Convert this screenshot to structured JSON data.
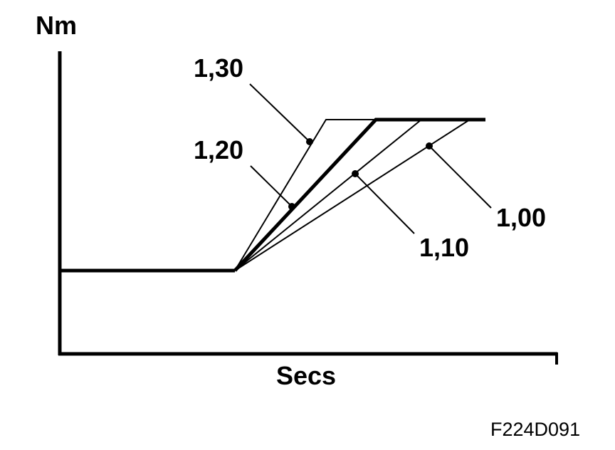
{
  "diagram": {
    "y_axis_label": "Nm",
    "x_axis_label": "Secs",
    "figure_code": "F224D091",
    "curves": [
      {
        "label": "1,30",
        "emphasis": false
      },
      {
        "label": "1,20",
        "emphasis": true
      },
      {
        "label": "1,10",
        "emphasis": false
      },
      {
        "label": "1,00",
        "emphasis": false
      }
    ],
    "line_color": "#000000"
  }
}
